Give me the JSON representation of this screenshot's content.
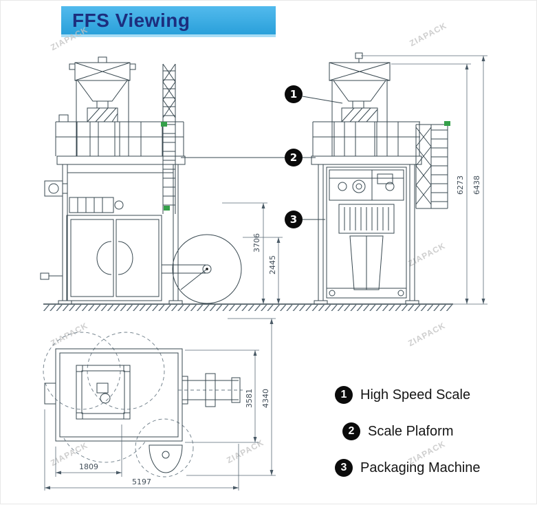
{
  "header": {
    "title": "FFS Viewing"
  },
  "watermark": "ZIAPACK",
  "callouts": {
    "c1": "1",
    "c2": "2",
    "c3": "3"
  },
  "dimensions": {
    "side_frame_height": "6273",
    "side_total_height": "6438",
    "film_former_height": "3706",
    "film_roll_height": "2445",
    "plan_machine_width": "1809",
    "plan_total_width": "5197",
    "plan_depth": "3581",
    "plan_total_depth": "4340"
  },
  "legend": {
    "items": [
      {
        "num": "1",
        "label": "High Speed Scale"
      },
      {
        "num": "2",
        "label": "Scale Plaform"
      },
      {
        "num": "3",
        "label": "Packaging Machine"
      }
    ]
  }
}
